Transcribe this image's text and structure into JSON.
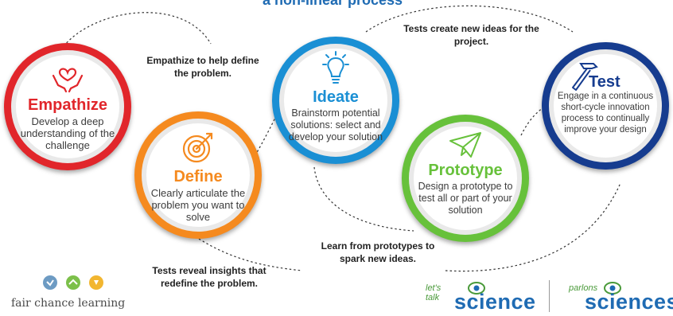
{
  "title": "a non-linear process",
  "stages": {
    "empathize": {
      "name": "Empathize",
      "description": "Develop a deep understanding of the challenge",
      "icon": "heart-hands-icon",
      "color": "#e1262b"
    },
    "define": {
      "name": "Define",
      "description": "Clearly articulate the problem you want to solve",
      "icon": "target-icon",
      "color": "#f58a1f"
    },
    "ideate": {
      "name": "Ideate",
      "description": "Brainstorm potential solutions: select and develop your solution",
      "icon": "lightbulb-icon",
      "color": "#1a8fd4"
    },
    "prototype": {
      "name": "Prototype",
      "description": "Design a prototype to test all or part of your solution",
      "icon": "paper-plane-icon",
      "color": "#67c13b"
    },
    "test": {
      "name": "Test",
      "description": "Engage in a continuous short-cycle innovation process to continually improve your design",
      "icon": "hammer-icon",
      "color": "#163c8f"
    }
  },
  "notes": {
    "empathize_define": "Empathize to help define the problem.",
    "tests_create": "Tests create new ideas for the project.",
    "learn": "Learn from prototypes to spark new ideas.",
    "reveal": "Tests reveal insights that redefine the problem."
  },
  "logos": {
    "fair_chance": "fair chance learning",
    "lets_talk_small": "let's talk",
    "lets_talk_big": "science",
    "parlons_small": "parlons",
    "parlons_big": "sciences"
  }
}
